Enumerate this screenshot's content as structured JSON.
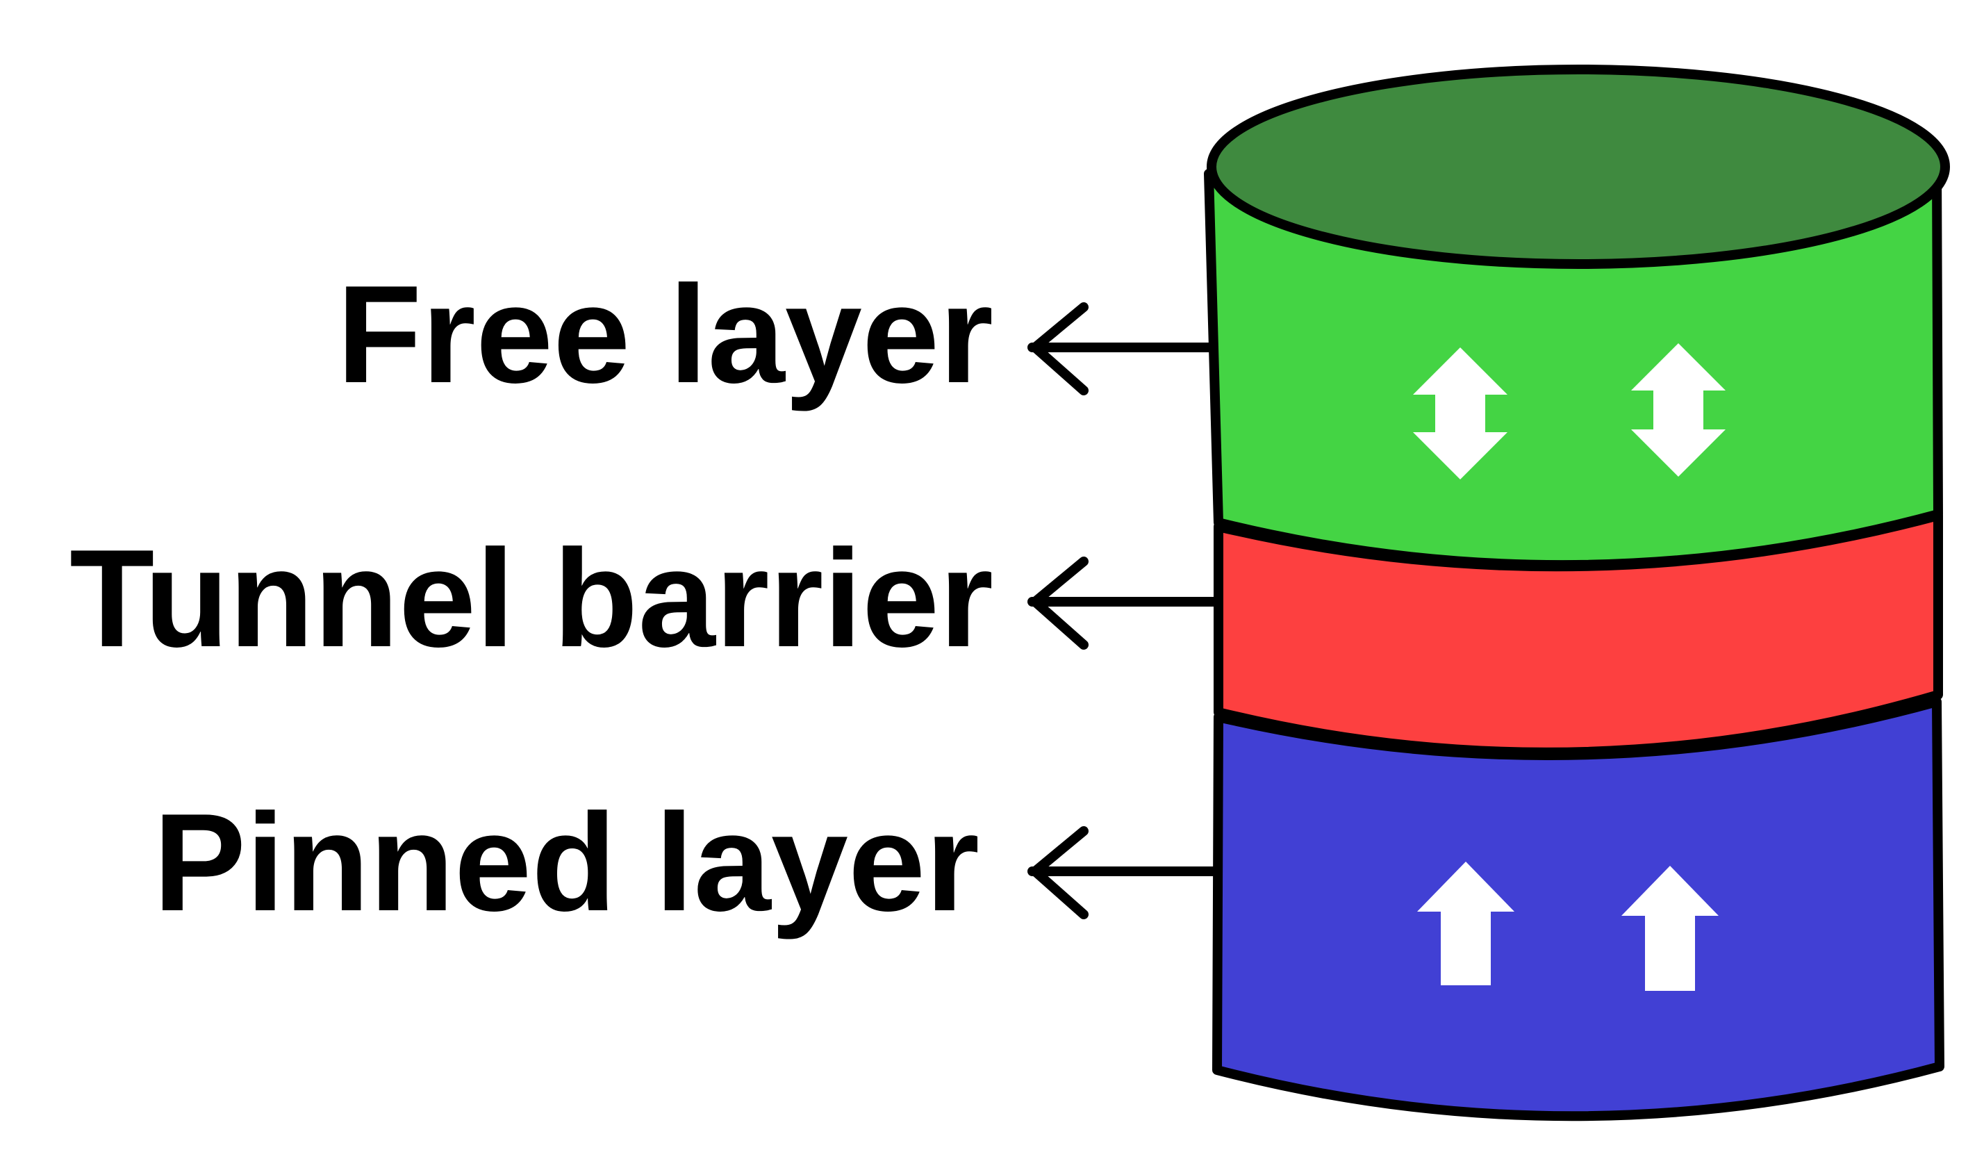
{
  "labels": {
    "free": "Free layer",
    "barrier": "Tunnel barrier",
    "pinned": "Pinned layer"
  },
  "colors": {
    "free_layer": "#44d444",
    "free_layer_top": "#3f8a3f",
    "tunnel_barrier": "#fd4040",
    "pinned_layer": "#4140d4",
    "arrows": "#ffffff",
    "outline": "#000000"
  },
  "icons": {
    "free": "double-headed-vertical-arrow-icon",
    "pinned": "up-arrow-icon"
  }
}
